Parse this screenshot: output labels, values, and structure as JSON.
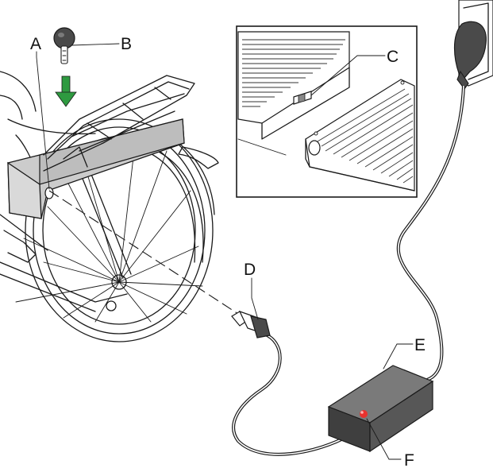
{
  "labels": {
    "a": "A",
    "b": "B",
    "c": "C",
    "d": "D",
    "e": "E",
    "f": "F"
  },
  "colors": {
    "arrow": "#2e9a40",
    "led": "#e8322e",
    "charger_top": "#7a7a7a",
    "charger_front": "#3f3f3f",
    "battery": "#cccccc",
    "plug": "#4a4a4a"
  }
}
